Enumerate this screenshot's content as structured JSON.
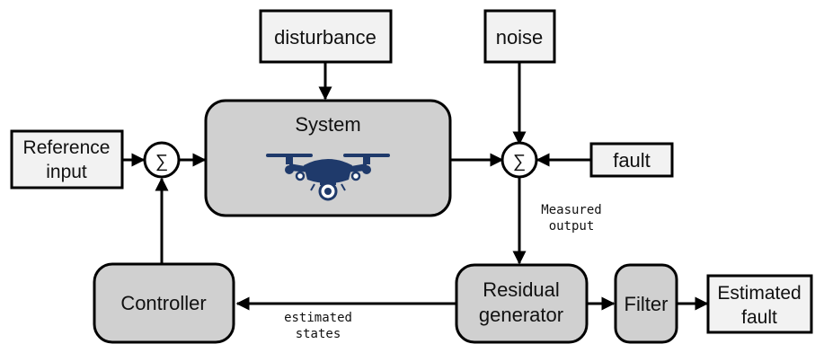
{
  "blocks": {
    "disturbance": "disturbance",
    "noise": "noise",
    "system": "System",
    "reference_line1": "Reference",
    "reference_line2": "input",
    "fault": "fault",
    "controller": "Controller",
    "residual_line1": "Residual",
    "residual_line2": "generator",
    "filter": "Filter",
    "estimated_fault_line1": "Estimated",
    "estimated_fault_line2": "fault"
  },
  "labels": {
    "measured_line1": "Measured",
    "measured_line2": "output",
    "estimated_states_line1": "estimated",
    "estimated_states_line2": "states"
  },
  "symbols": {
    "sum": "∑"
  },
  "icons": {
    "system_image": "drone-icon"
  },
  "colors": {
    "box_fill": "#f2f2f2",
    "process_fill": "#d0d0d0",
    "stroke": "#000000",
    "drone": "#1f3a6b"
  }
}
